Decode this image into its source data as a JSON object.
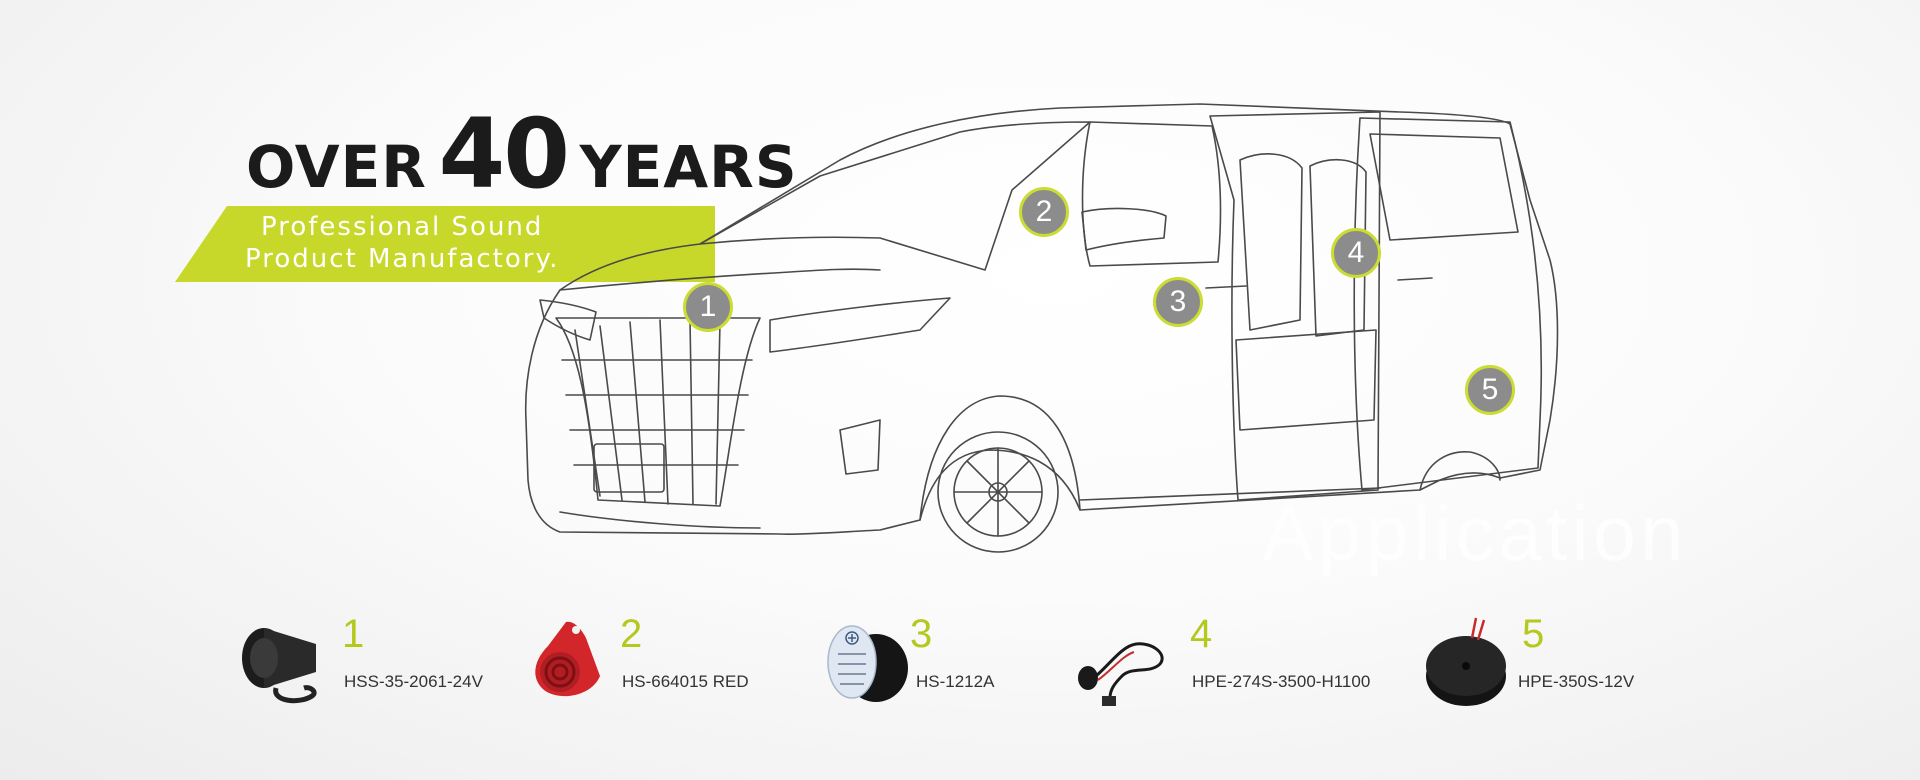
{
  "headline": {
    "over": "OVER",
    "number": "40",
    "years": "YEARS"
  },
  "tagline": {
    "line1": "Professional Sound",
    "line2": "Product Manufactory."
  },
  "watermark": "Application",
  "markers": [
    "1",
    "2",
    "3",
    "4",
    "5"
  ],
  "products": [
    {
      "number": "1",
      "model": "HSS-35-2061-24V",
      "icon": "siren-horn-icon"
    },
    {
      "number": "2",
      "model": "HS-664015 RED",
      "icon": "red-buzzer-icon"
    },
    {
      "number": "3",
      "model": "HS-1212A",
      "icon": "buzzer-with-seal-icon"
    },
    {
      "number": "4",
      "model": "HPE-274S-3500-H1100",
      "icon": "wired-buzzer-icon"
    },
    {
      "number": "5",
      "model": "HPE-350S-12V",
      "icon": "round-buzzer-icon"
    }
  ],
  "colors": {
    "accent": "#c8d82b",
    "marker": "#8c8c8c",
    "text": "#1b1b1b"
  }
}
